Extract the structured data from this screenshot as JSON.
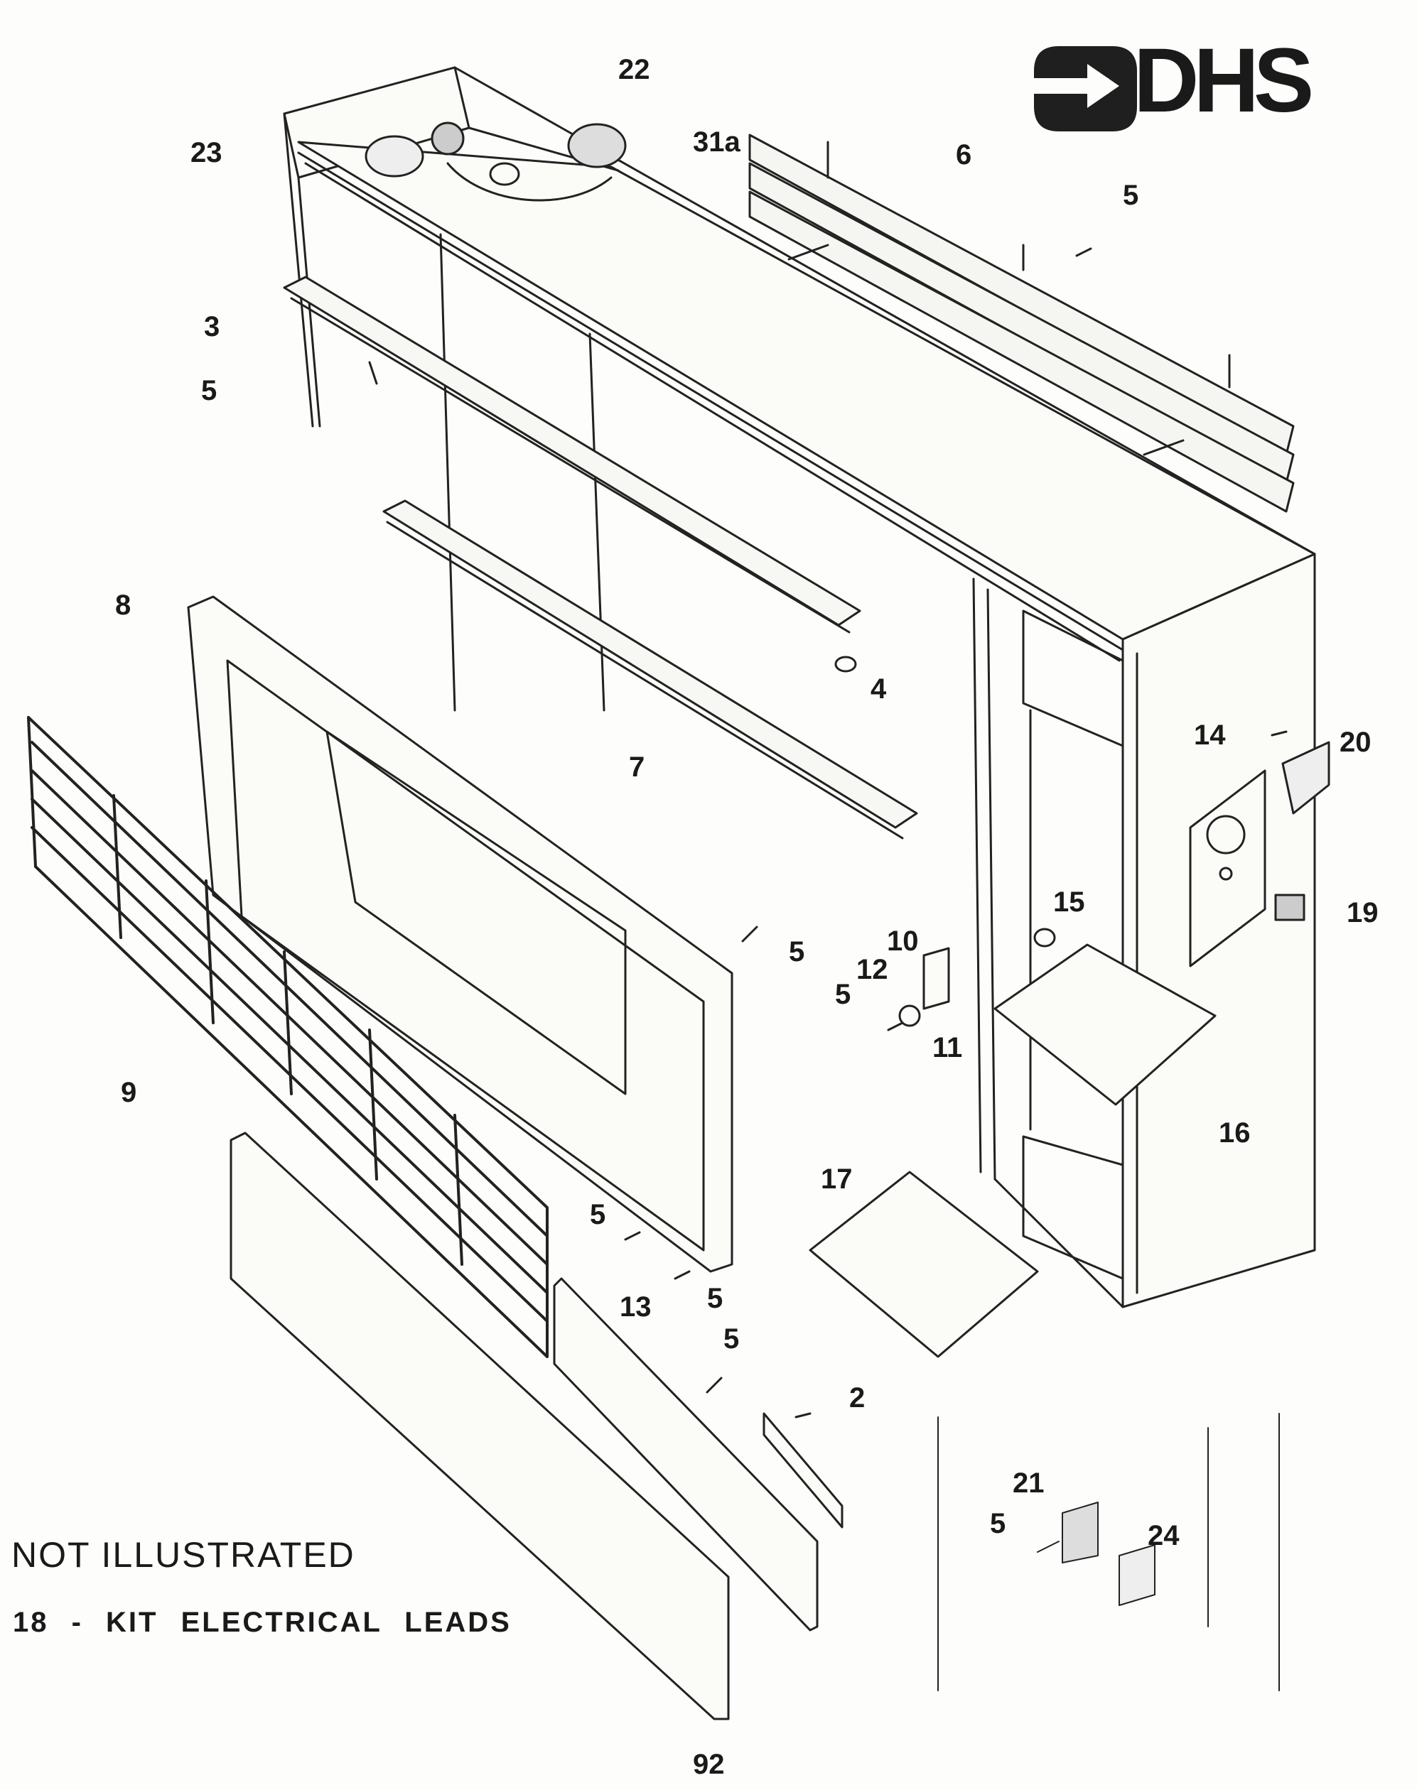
{
  "logo": {
    "text": "DHS",
    "icon": "arrow-mark-icon"
  },
  "callouts": {
    "c22": "22",
    "c23": "23",
    "c31a": "31a",
    "c6": "6",
    "c5_top": "5",
    "c3": "3",
    "c5_left": "5",
    "c8": "8",
    "c4": "4",
    "c7": "7",
    "c14": "14",
    "c20": "20",
    "c15": "15",
    "c19": "19",
    "c10": "10",
    "c5_mid": "5",
    "c12": "12",
    "c5_mid2": "5",
    "c11": "11",
    "c9": "9",
    "c16": "16",
    "c17": "17",
    "c5_low1": "5",
    "c13": "13",
    "c5_low2": "5",
    "c5_low3": "5",
    "c2": "2",
    "c21": "21",
    "c5_inset": "5",
    "c24": "24"
  },
  "notes": {
    "heading": "NOT ILLUSTRATED",
    "item": "18 - KIT ELECTRICAL LEADS"
  },
  "page_number": "92"
}
